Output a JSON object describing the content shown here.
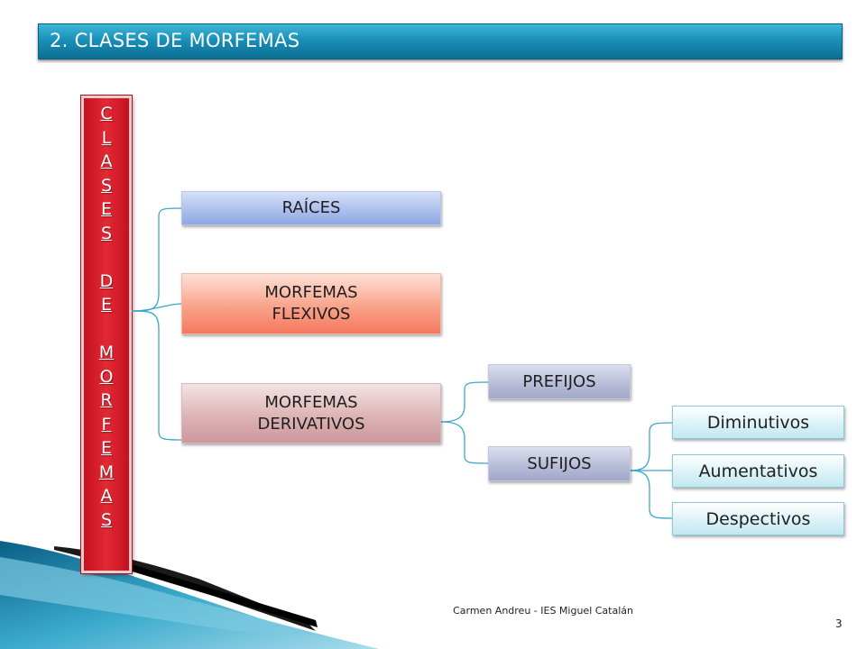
{
  "slide": {
    "title": "2. CLASES DE MORFEMAS",
    "vertical_label": [
      "C",
      "L",
      "A",
      "S",
      "E",
      "S",
      "",
      "D",
      "E",
      "",
      "M",
      "O",
      "R",
      "F",
      "E",
      "M",
      "A",
      "S"
    ]
  },
  "diagram": {
    "level1": {
      "raices": "RAÍCES",
      "flexivos": "MORFEMAS\nFLEXIVOS",
      "derivativos": "MORFEMAS\nDERIVATIVOS"
    },
    "level2": {
      "prefijos": "PREFIJOS",
      "sufijos": "SUFIJOS"
    },
    "level3": {
      "diminutivos": "Diminutivos",
      "aumentativos": "Aumentativos",
      "despectivos": "Despectivos"
    }
  },
  "footer": {
    "author": "Carmen Andreu - IES Miguel Catalán",
    "page_number": "3"
  },
  "colors": {
    "title_bar": "#1a8fb8",
    "vertical_box": "#d71a26",
    "raices": "#a9bdec",
    "flexivos": "#f9a38a",
    "derivativos": "#ddb4b6",
    "prefijos_sufijos": "#b5bad6",
    "leaves": "#d8f1f7",
    "connector": "#3aa6c9"
  }
}
